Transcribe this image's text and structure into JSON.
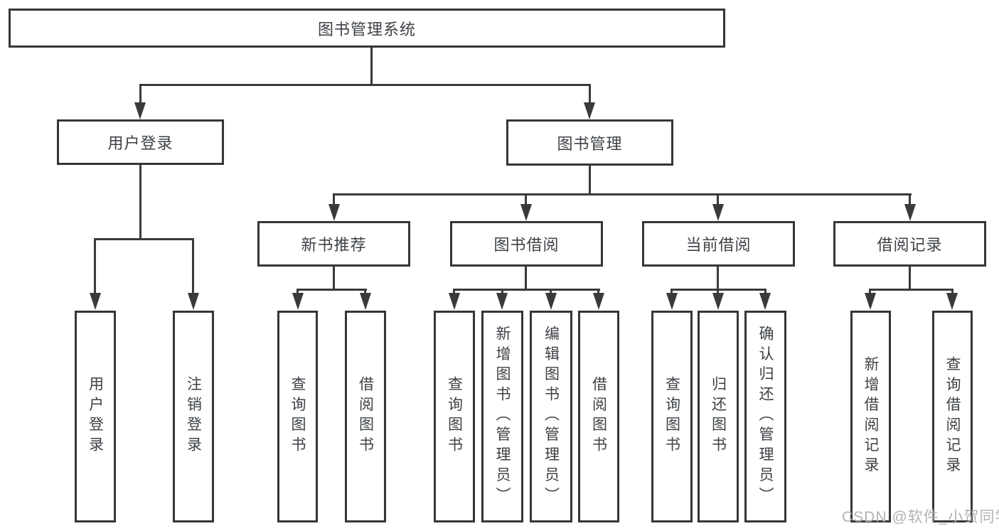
{
  "tree": {
    "root": {
      "label": "图书管理系统"
    },
    "children": [
      {
        "label": "用户登录",
        "children": [
          {
            "label": "用户登录"
          },
          {
            "label": "注销登录"
          }
        ]
      },
      {
        "label": "图书管理",
        "children": [
          {
            "label": "新书推荐",
            "children": [
              {
                "label": "查询图书"
              },
              {
                "label": "借阅图书"
              }
            ]
          },
          {
            "label": "图书借阅",
            "children": [
              {
                "label": "查询图书"
              },
              {
                "label": "新增图书（管理员）"
              },
              {
                "label": "编辑图书（管理员）"
              },
              {
                "label": "借阅图书"
              }
            ]
          },
          {
            "label": "当前借阅",
            "children": [
              {
                "label": "查询图书"
              },
              {
                "label": "归还图书"
              },
              {
                "label": "确认归还（管理员）"
              }
            ]
          },
          {
            "label": "借阅记录",
            "children": [
              {
                "label": "新增借阅记录"
              },
              {
                "label": "查询借阅记录"
              }
            ]
          }
        ]
      }
    ]
  },
  "colors": {
    "line": "#3a3a3a",
    "text": "#3d4145",
    "watermark": "#b2b2b2"
  },
  "watermark": "CSDN @软件_小贺同学"
}
